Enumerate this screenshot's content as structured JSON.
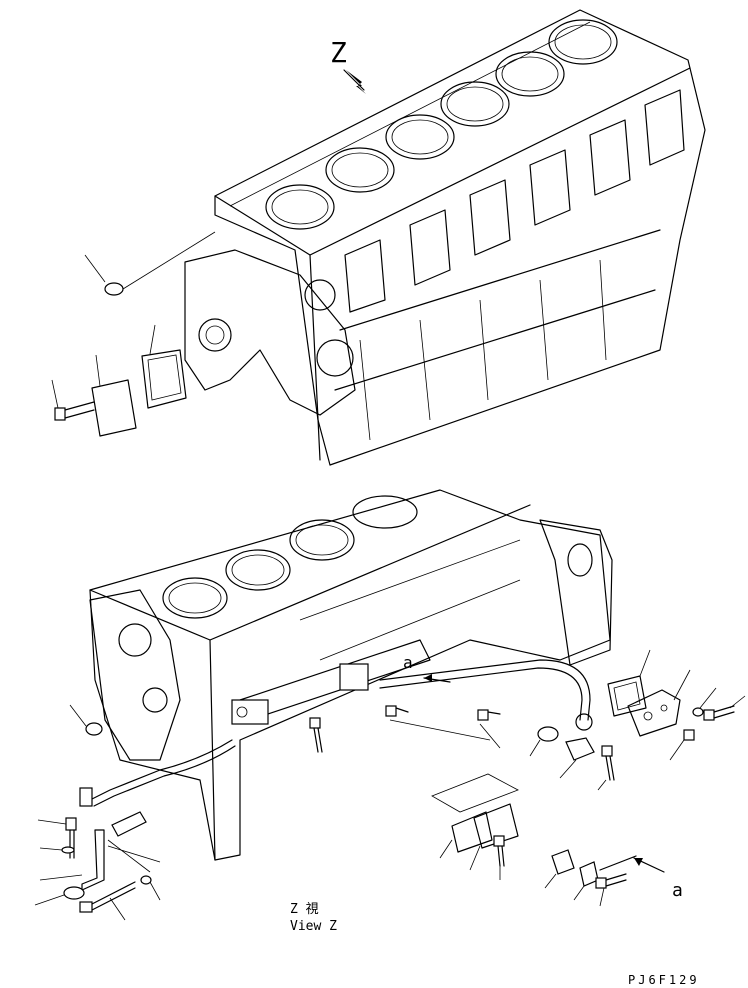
{
  "view_marker_top": "Z",
  "view_caption_line1": "Z 視",
  "view_caption_line2": "View Z",
  "detail_label_upper": "a",
  "detail_label_lower": "a",
  "drawing_code": "PJ6F129"
}
